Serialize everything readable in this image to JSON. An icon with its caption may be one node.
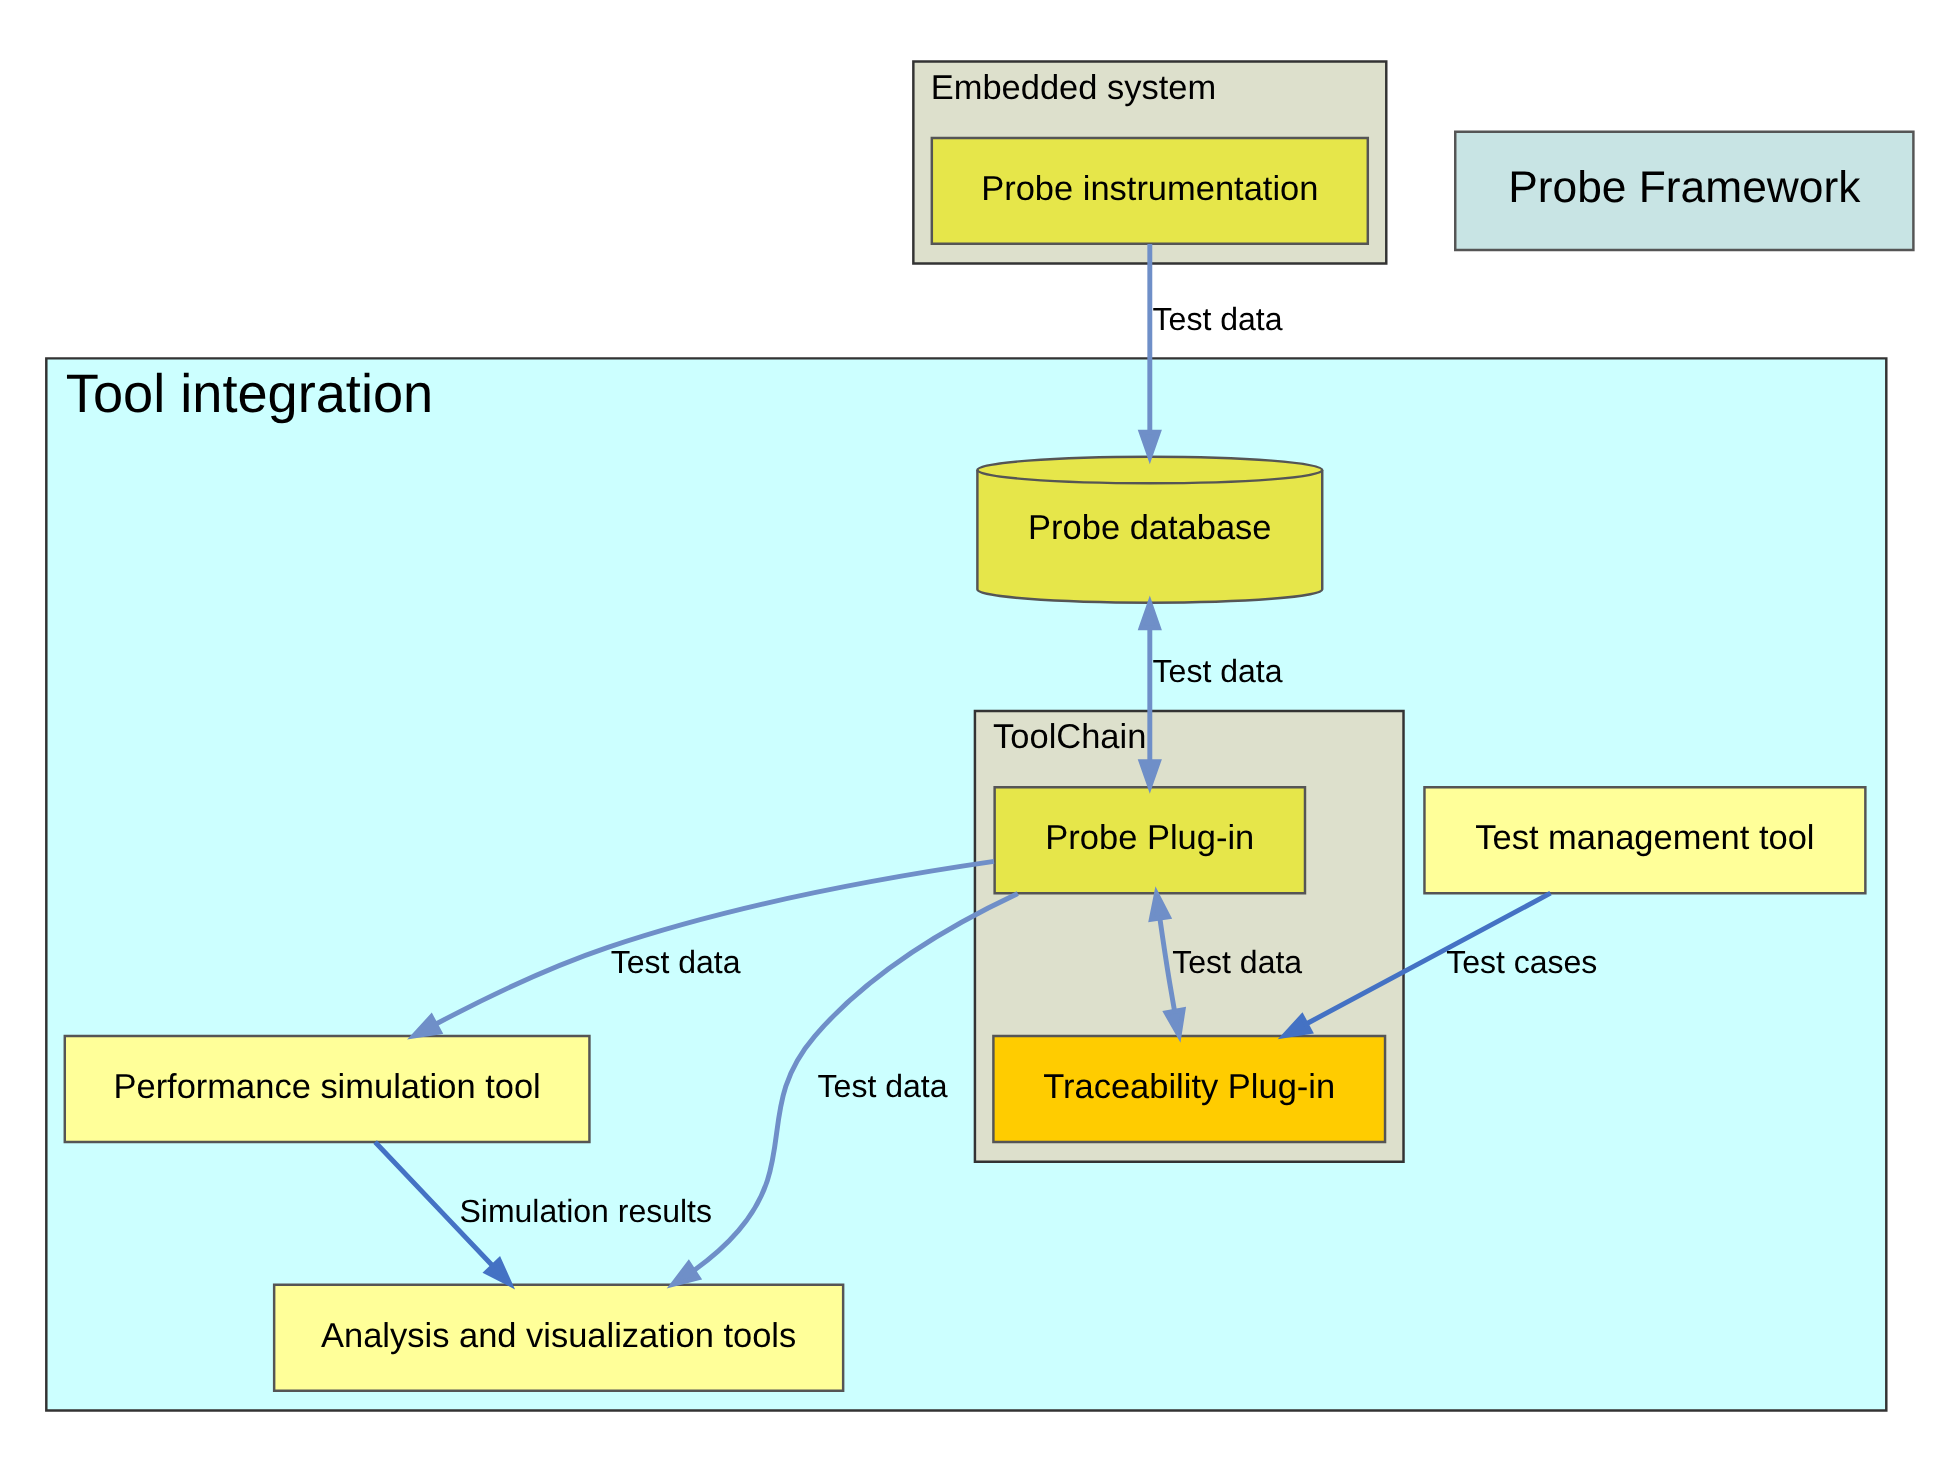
{
  "diagram": {
    "nodes": [
      {
        "text": [
          "Embedded system"
        ]
      },
      {
        "text": [
          "Probe instrumentation"
        ],
        "in": 0
      },
      {
        "text": [
          "Tool integration"
        ]
      },
      {
        "text": [
          "Test management tool"
        ],
        "in": 2
      },
      {
        "text": [
          "Performance simulation tool"
        ],
        "in": 2
      },
      {
        "text": [
          "Probe database"
        ],
        "in": 2
      },
      {
        "text": [
          "Probe Framework"
        ]
      },
      {
        "text": [
          "ToolChain"
        ],
        "in": 2
      },
      {
        "text": [
          "Traceability Plug-in"
        ],
        "in": 7
      },
      {
        "text": [
          "Probe Plug-in"
        ],
        "in": 7
      },
      {
        "text": [
          "Analysis and visualization tools"
        ],
        "in": 2
      }
    ],
    "edges": [
      {
        "from": 1,
        "to": 5,
        "arrow": "to",
        "label": "Test data"
      },
      {
        "from": 5,
        "to": 9,
        "arrow": "both",
        "label": "Test data"
      },
      {
        "from": 3,
        "to": 8,
        "arrow": "to",
        "label": "Test cases",
        "color": "#4472c4"
      },
      {
        "from": 9,
        "to": 8,
        "arrow": "both",
        "label": "Test data"
      },
      {
        "from": 9,
        "to": 4,
        "arrow": "to",
        "label": "Test data"
      },
      {
        "from": 4,
        "to": 10,
        "arrow": "to",
        "label": "Simulation results",
        "color": "#4472c4"
      },
      {
        "from": 9,
        "to": 10,
        "arrow": "to",
        "label": "Test data"
      }
    ]
  }
}
